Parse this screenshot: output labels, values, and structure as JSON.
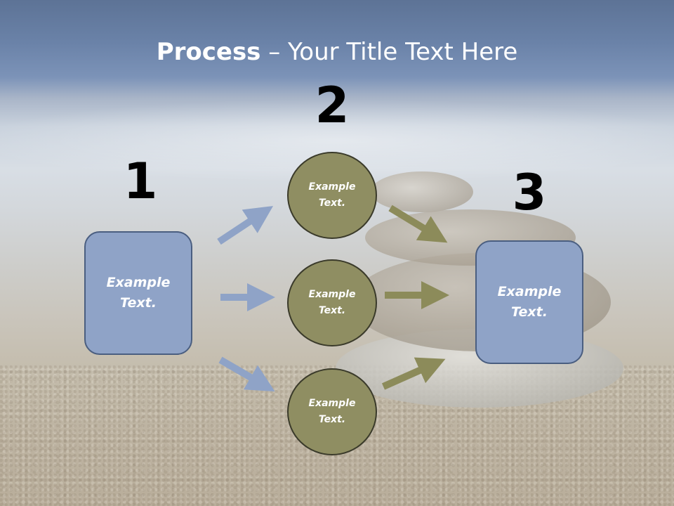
{
  "title": {
    "bold": "Process",
    "rest": " – Your Title Text Here"
  },
  "steps": [
    {
      "number": "1",
      "text": "Example Text."
    },
    {
      "number": "2",
      "text": "Example Text."
    },
    {
      "number": "3",
      "text": "Example Text."
    }
  ],
  "middle_items": [
    {
      "text": "Example Text."
    },
    {
      "text": "Example Text."
    },
    {
      "text": "Example Text."
    }
  ],
  "colors": {
    "box_fill": "#8fa3c7",
    "circle_fill": "#8f8e62",
    "blue_arrow": "#8fa3c7",
    "olive_arrow": "#8c8b5a"
  }
}
